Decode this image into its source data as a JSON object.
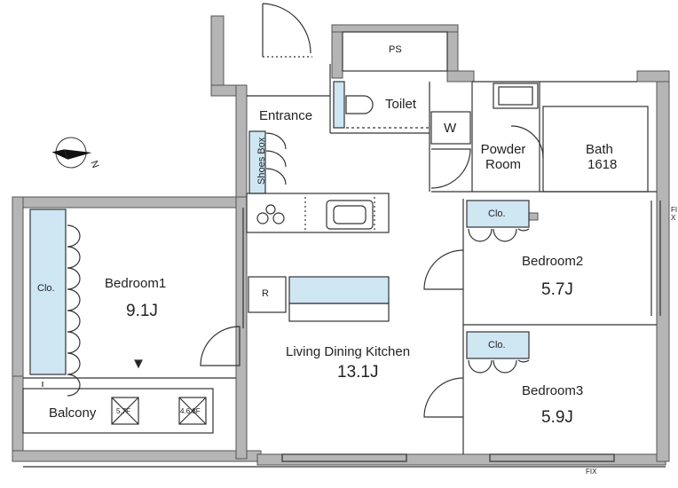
{
  "rooms": {
    "entrance": "Entrance",
    "toilet": "Toilet",
    "ps": "PS",
    "w": "W",
    "powder_room_line1": "Powder",
    "powder_room_line2": "Room",
    "bath": "Bath",
    "bath_size": "1618",
    "shoes_box": "Shoes Box",
    "bedroom1": "Bedroom1",
    "bedroom1_size": "9.1J",
    "bedroom1_closet": "Clo.",
    "bedroom2": "Bedroom2",
    "bedroom2_size": "5.7J",
    "bedroom2_closet": "Clo.",
    "bedroom3": "Bedroom3",
    "bedroom3_size": "5.9J",
    "bedroom3_closet": "Clo.",
    "ldk": "Living Dining Kitchen",
    "ldk_size": "13.1J",
    "refrigerator": "R",
    "balcony": "Balcony",
    "balcony_floor_a": "5.7F",
    "balcony_floor_b": "4.6.8F",
    "fix_right": "FIX",
    "fix_bottom": "FIX"
  },
  "compass": {
    "label": "N"
  },
  "colors": {
    "wall": "#b5b5b5",
    "wall_stroke": "#555555",
    "closet": "#cfe6f3",
    "line": "#333333"
  }
}
